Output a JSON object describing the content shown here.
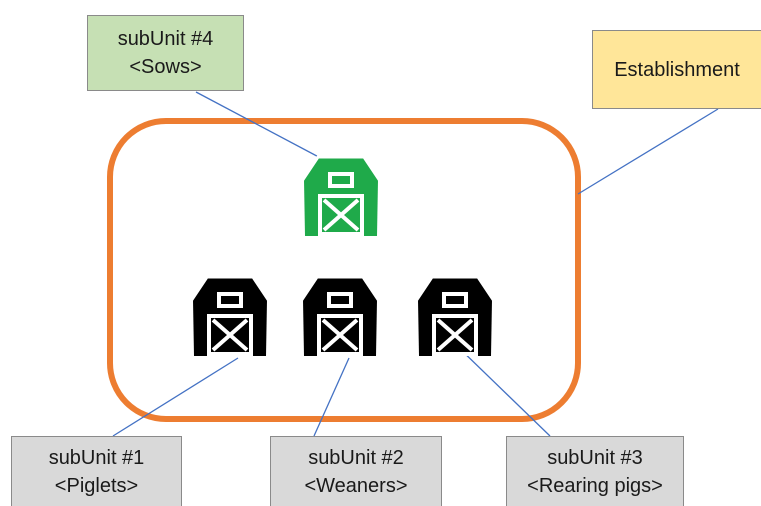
{
  "colors": {
    "establishment_border": "#ED7D31",
    "establishment_box_fill": "#FFE699",
    "sows_box_fill": "#C6E0B4",
    "subunit_box_fill": "#D9D9D9",
    "connector_line": "#4472C4",
    "sows_barn": "#1FAA4A",
    "other_barns": "#000000"
  },
  "establishment": {
    "label": "Establishment"
  },
  "subunits": [
    {
      "id": "sub4",
      "title": "subUnit #4",
      "type": "<Sows>",
      "barn_icon": "barn-icon",
      "barn_color": "green"
    },
    {
      "id": "sub1",
      "title": "subUnit #1",
      "type": "<Piglets>",
      "barn_icon": "barn-icon",
      "barn_color": "black"
    },
    {
      "id": "sub2",
      "title": "subUnit #2",
      "type": "<Weaners>",
      "barn_icon": "barn-icon",
      "barn_color": "black"
    },
    {
      "id": "sub3",
      "title": "subUnit #3",
      "type": "<Rearing pigs>",
      "barn_icon": "barn-icon",
      "barn_color": "black"
    }
  ]
}
